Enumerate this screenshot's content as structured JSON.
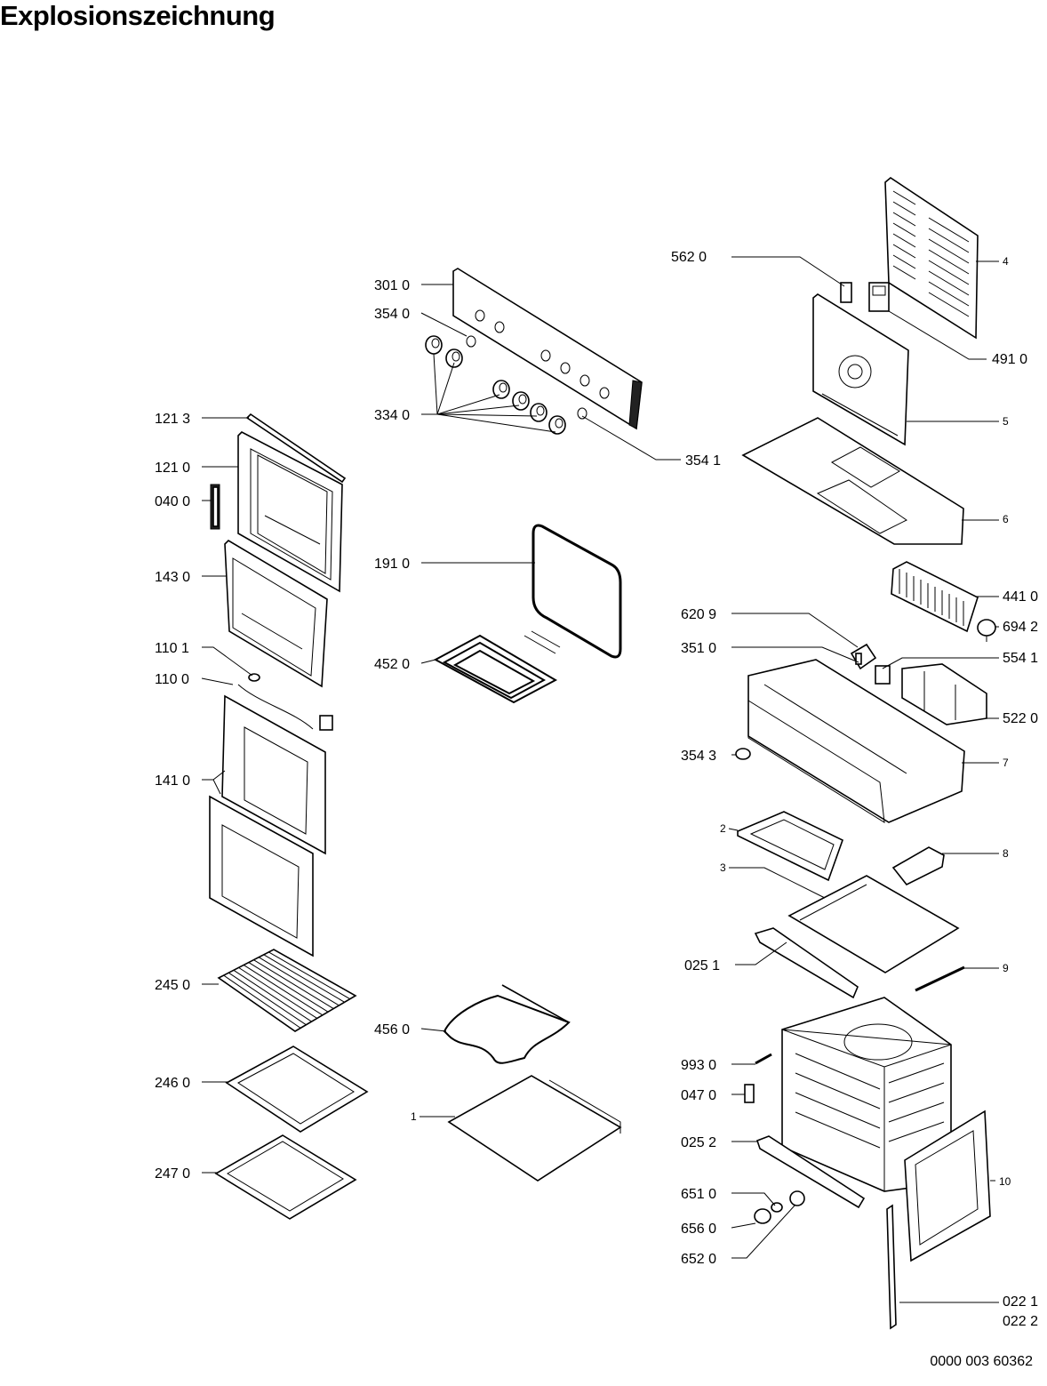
{
  "title": "Explosionszeichnung",
  "document_number": "0000 003 60362",
  "callouts": [
    {
      "id": "121-3",
      "text": "121 3"
    },
    {
      "id": "121-0",
      "text": "121 0"
    },
    {
      "id": "040-0",
      "text": "040 0"
    },
    {
      "id": "143-0",
      "text": "143 0"
    },
    {
      "id": "110-1",
      "text": "110 1"
    },
    {
      "id": "110-0",
      "text": "110 0"
    },
    {
      "id": "141-0",
      "text": "141 0"
    },
    {
      "id": "245-0",
      "text": "245 0"
    },
    {
      "id": "246-0",
      "text": "246 0"
    },
    {
      "id": "247-0",
      "text": "247 0"
    },
    {
      "id": "301-0",
      "text": "301 0"
    },
    {
      "id": "354-0",
      "text": "354 0"
    },
    {
      "id": "334-0",
      "text": "334 0"
    },
    {
      "id": "354-1",
      "text": "354 1"
    },
    {
      "id": "191-0",
      "text": "191 0"
    },
    {
      "id": "452-0",
      "text": "452 0"
    },
    {
      "id": "456-0",
      "text": "456 0"
    },
    {
      "id": "1",
      "text": "1"
    },
    {
      "id": "562-0",
      "text": "562 0"
    },
    {
      "id": "4",
      "text": "4"
    },
    {
      "id": "491-0",
      "text": "491 0"
    },
    {
      "id": "5",
      "text": "5"
    },
    {
      "id": "6",
      "text": "6"
    },
    {
      "id": "441-0",
      "text": "441 0"
    },
    {
      "id": "694-2",
      "text": "694 2"
    },
    {
      "id": "620-9",
      "text": "620 9"
    },
    {
      "id": "351-0",
      "text": "351 0"
    },
    {
      "id": "554-1",
      "text": "554 1"
    },
    {
      "id": "522-0",
      "text": "522 0"
    },
    {
      "id": "354-3",
      "text": "354 3"
    },
    {
      "id": "7",
      "text": "7"
    },
    {
      "id": "2",
      "text": "2"
    },
    {
      "id": "8",
      "text": "8"
    },
    {
      "id": "3",
      "text": "3"
    },
    {
      "id": "025-1",
      "text": "025 1"
    },
    {
      "id": "9",
      "text": "9"
    },
    {
      "id": "993-0",
      "text": "993 0"
    },
    {
      "id": "047-0",
      "text": "047 0"
    },
    {
      "id": "025-2",
      "text": "025 2"
    },
    {
      "id": "10",
      "text": "10"
    },
    {
      "id": "651-0",
      "text": "651 0"
    },
    {
      "id": "656-0",
      "text": "656 0"
    },
    {
      "id": "652-0",
      "text": "652 0"
    },
    {
      "id": "022-1",
      "text": "022 1"
    },
    {
      "id": "022-2",
      "text": "022 2"
    }
  ]
}
